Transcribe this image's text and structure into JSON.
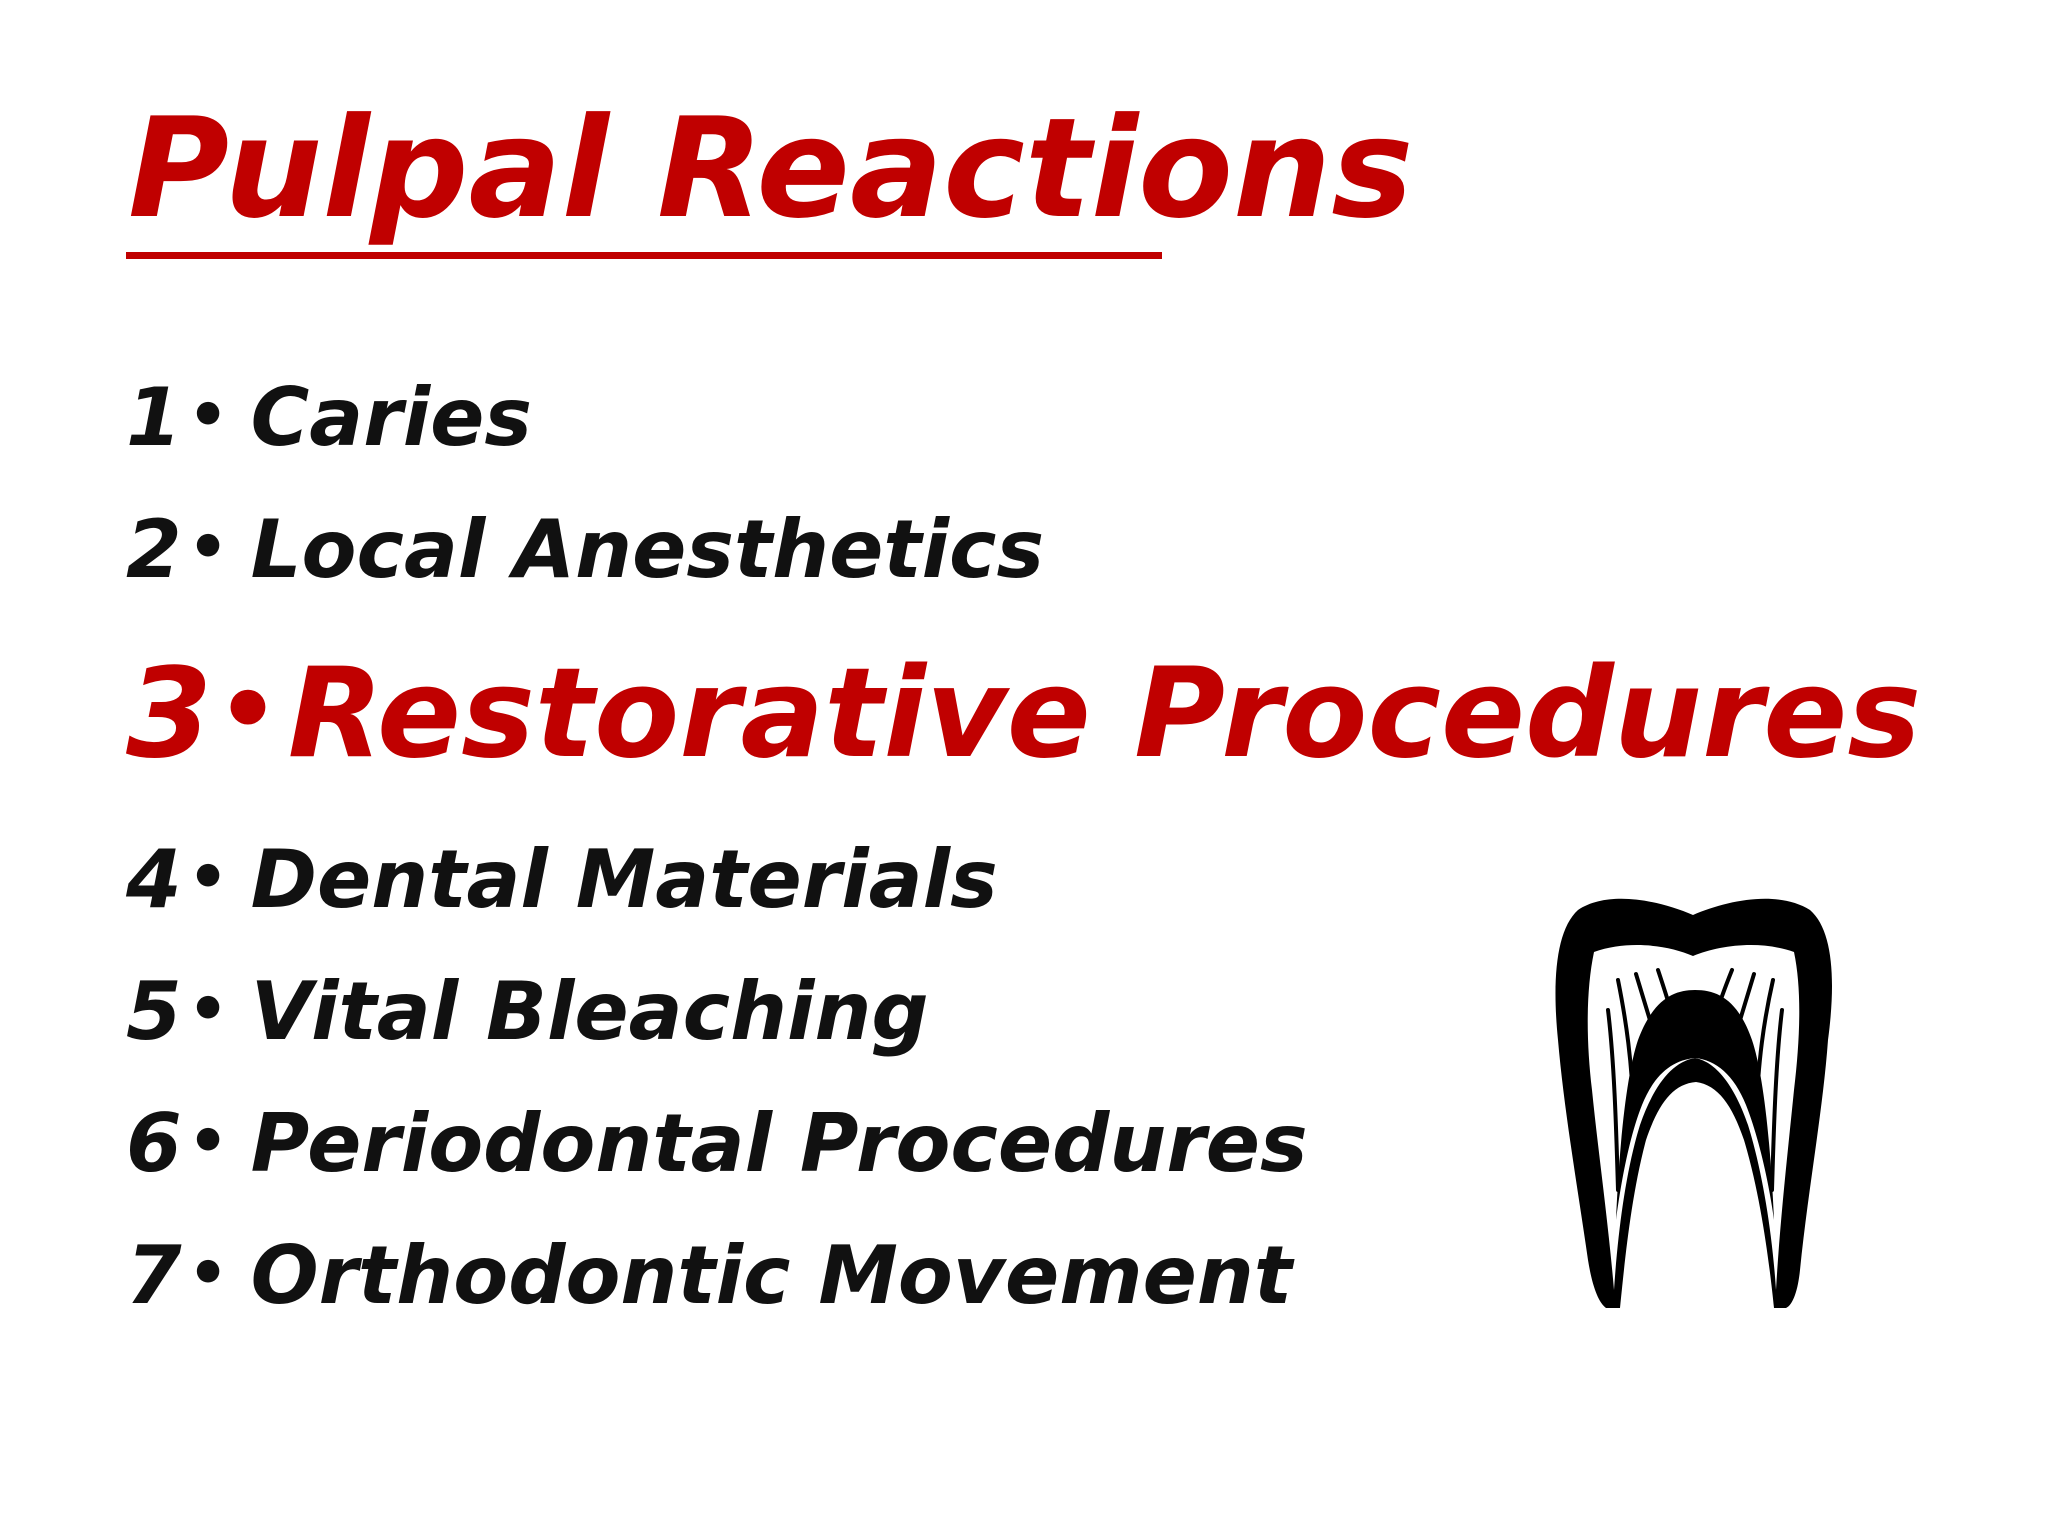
{
  "title": "Pulpal Reactions",
  "items": [
    {
      "num": "1",
      "label": "Caries"
    },
    {
      "num": "2",
      "label": "Local Anesthetics"
    },
    {
      "num": "3",
      "label": "Restorative Procedures",
      "highlight": true
    },
    {
      "num": "4",
      "label": "Dental Materials"
    },
    {
      "num": "5",
      "label": "Vital Bleaching"
    },
    {
      "num": "6",
      "label": "Periodontal Procedures"
    },
    {
      "num": "7",
      "label": "Orthodontic Movement"
    }
  ],
  "colors": {
    "accent": "#c00000",
    "text": "#111111",
    "background": "#ffffff"
  },
  "illustration": "tooth-icon"
}
